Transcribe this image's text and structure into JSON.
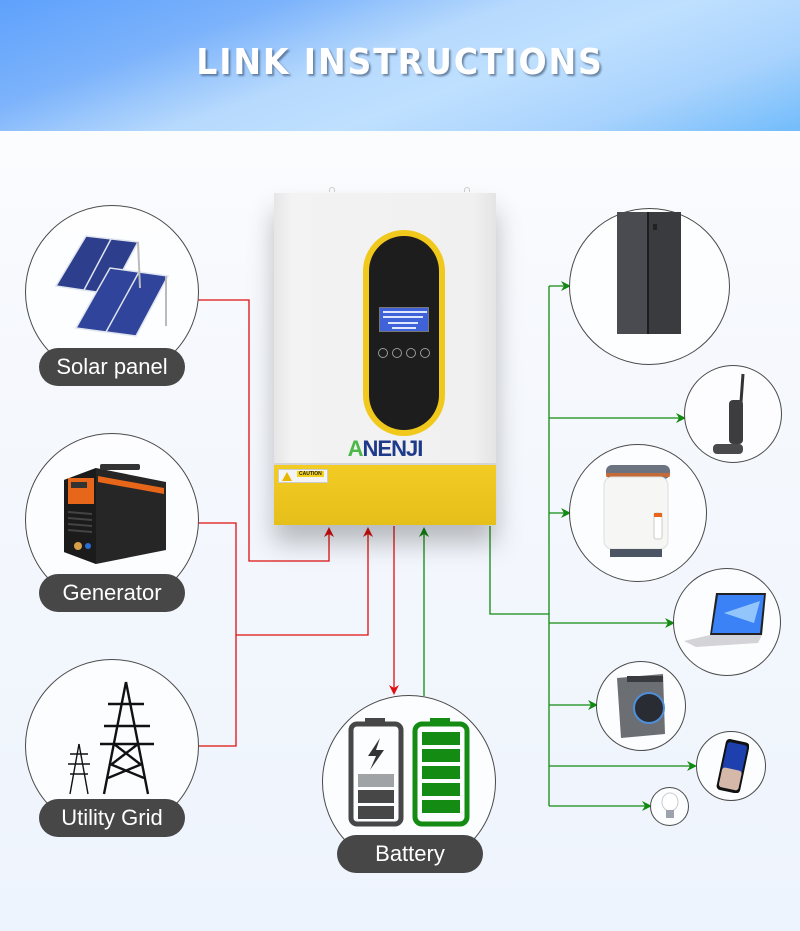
{
  "banner": {
    "title": "LINK INSTRUCTIONS"
  },
  "inverter": {
    "brand": "NENJI",
    "brand_prefix": "A",
    "caution_label": "CAUTION",
    "body_color": "#f0f0f0",
    "accent_color": "#f1c91c"
  },
  "inputs": [
    {
      "id": "solar",
      "label": "Solar panel",
      "icon": "solar-panel-icon"
    },
    {
      "id": "generator",
      "label": "Generator",
      "icon": "generator-icon"
    },
    {
      "id": "utility",
      "label": "Utility Grid",
      "icon": "power-tower-icon"
    }
  ],
  "storage": {
    "label": "Battery",
    "icon": "battery-icon"
  },
  "loads": [
    {
      "id": "refrigerator",
      "icon": "refrigerator-icon"
    },
    {
      "id": "vacuum",
      "icon": "vacuum-cleaner-icon"
    },
    {
      "id": "air-fryer",
      "icon": "air-fryer-icon"
    },
    {
      "id": "laptop",
      "icon": "laptop-icon"
    },
    {
      "id": "washing-machine",
      "icon": "washing-machine-icon"
    },
    {
      "id": "smartphone",
      "icon": "smartphone-icon"
    },
    {
      "id": "light-bulb",
      "icon": "light-bulb-icon"
    }
  ],
  "colors": {
    "input_line": "#e01010",
    "output_line": "#128a12",
    "pill_bg": "#474747",
    "battery_green": "#148c14",
    "battery_gray": "#474747"
  }
}
